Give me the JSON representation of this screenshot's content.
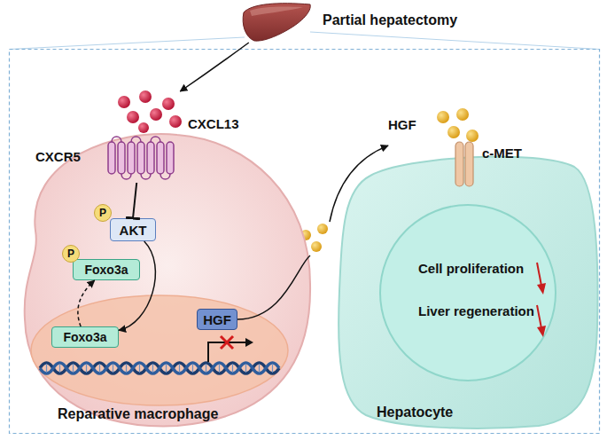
{
  "diagram": {
    "nodes": [
      {
        "text": [
          "Partial hepatectomy"
        ]
      },
      {
        "text": [
          "CXCL13"
        ]
      },
      {
        "text": [
          "Reparative macrophage"
        ]
      },
      {
        "text": [
          "CXCR5"
        ],
        "in": 2
      },
      {
        "text": [
          "AKT"
        ],
        "in": 2
      },
      {
        "text": [
          "P"
        ],
        "in": 2
      },
      {
        "text": [
          "Foxo3a"
        ],
        "in": 2
      },
      {
        "text": [
          "P"
        ],
        "in": 2
      },
      {
        "text": [
          "Foxo3a"
        ],
        "in": 2
      },
      {
        "text": [
          "HGF"
        ],
        "in": 2
      },
      {
        "text": [
          "HGF"
        ]
      },
      {
        "text": [
          "Hepatocyte"
        ]
      },
      {
        "text": [
          "c-MET"
        ],
        "in": 11
      },
      {
        "text": [
          "Cell proliferation",
          "Liver regeneration"
        ],
        "in": 11
      }
    ],
    "edges": [
      {
        "from": 0,
        "to": 1,
        "arrow": "to"
      },
      {
        "from": 3,
        "to": 4,
        "arrow": "to"
      },
      {
        "from": 4,
        "to": 8,
        "arrow": "to"
      },
      {
        "from": 8,
        "to": 6,
        "arrow": "to"
      },
      {
        "from": 9,
        "to": 10,
        "arrow": "to"
      }
    ]
  }
}
